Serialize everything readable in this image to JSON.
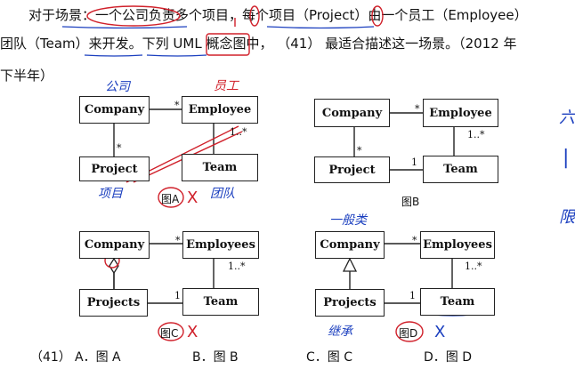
{
  "question": {
    "line1": "对于场景：一个公司负责多个项目，每个项目（Project）由一个员工（Employee）",
    "line2": "团队（Team）来开发。下列 UML 概念图中，  （41）  最适合描述这一场景。（2012 年",
    "line3": "下半年）"
  },
  "figures": {
    "a": {
      "company": "Company",
      "employee": "Employee",
      "project": "Project",
      "team": "Team",
      "mult_company_employee": "*",
      "mult_company_project": "*",
      "mult_team_employee": "1..*",
      "caption": "图A"
    },
    "b": {
      "company": "Company",
      "employee": "Employee",
      "project": "Project",
      "team": "Team",
      "mult_company_employee": "*",
      "mult_company_project": "*",
      "mult_team_employee": "1..*",
      "mult_project_team": "1",
      "caption": "图B"
    },
    "c": {
      "company": "Company",
      "employee": "Employees",
      "project": "Projects",
      "team": "Team",
      "mult_company_employee": "*",
      "mult_team_employee": "1..*",
      "mult_project_team": "1",
      "caption": "图C"
    },
    "d": {
      "company": "Company",
      "employee": "Employees",
      "project": "Projects",
      "team": "Team",
      "mult_company_employee": "*",
      "mult_team_employee": "1..*",
      "mult_project_team": "1",
      "caption": "图D"
    }
  },
  "options": {
    "num": "（41）",
    "a": "A．图 A",
    "b": "B．图 B",
    "c": "C．图 C",
    "d": "D．图 D"
  },
  "handwriting": {
    "company_note": "公司",
    "employee_note": "员工",
    "project_note": "项目",
    "team_note": "团队",
    "general_note": "一般类",
    "inherit_note": "继承",
    "side_note_1": "六",
    "side_note_2": "|",
    "side_note_3": "限",
    "cross_a": "X",
    "cross_c": "X",
    "cross_d": "X"
  },
  "colors": {
    "ink": "#111111",
    "handwriting_blue": "#1b3fbf",
    "handwriting_red": "#d0202a"
  }
}
